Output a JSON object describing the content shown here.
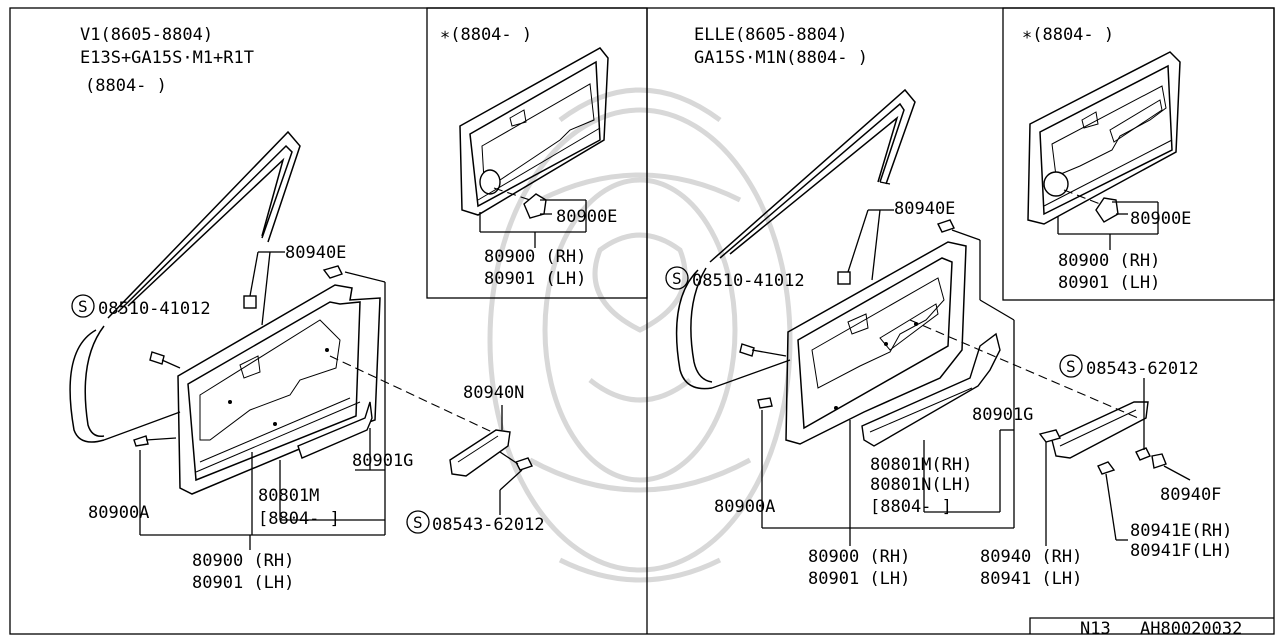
{
  "diagram": {
    "left_group": {
      "header_line1": "V1(8605-8804)",
      "header_line2": "E13S+GA15S·M1+R1T",
      "header_line3": "(8804-  )",
      "inset_header": "∗(8804-  )",
      "inset_part": "80900E",
      "inset_rh": "80900 (RH)",
      "inset_lh": "80901 (LH)",
      "part_clip_top": "80940E",
      "part_screw": "08510-41012",
      "screw_symbol": "S",
      "part_grip": "80940N",
      "part_pocket_g": "80901G",
      "part_pocket_m": "80801M",
      "pocket_date": "[8804-  ]",
      "part_clip_bottom": "80900A",
      "part_screw2": "08543-62012",
      "main_rh": "80900 (RH)",
      "main_lh": "80901 (LH)"
    },
    "right_group": {
      "header_line1": "ELLE(8605-8804)",
      "header_line2": "GA15S·M1N(8804-  )",
      "inset_header": "∗(8804-  )",
      "inset_part": "80900E",
      "inset_rh": "80900 (RH)",
      "inset_lh": "80901 (LH)",
      "part_clip_top": "80940E",
      "part_screw": "08510-41012",
      "screw_symbol": "S",
      "part_screw2": "08543-62012",
      "part_pocket_g": "80901G",
      "part_pocket_rh": "80801M(RH)",
      "part_pocket_lh": "80801N(LH)",
      "pocket_date": "[8804-  ]",
      "part_clip_bottom": "80900A",
      "part_clip_f": "80940F",
      "part_cap_rh": "80941E(RH)",
      "part_cap_lh": "80941F(LH)",
      "grip_rh": "80940 (RH)",
      "grip_lh": "80941 (LH)",
      "main_rh": "80900 (RH)",
      "main_lh": "80901 (LH)"
    },
    "footer": {
      "section": "N13",
      "code": "AH80020032"
    }
  }
}
